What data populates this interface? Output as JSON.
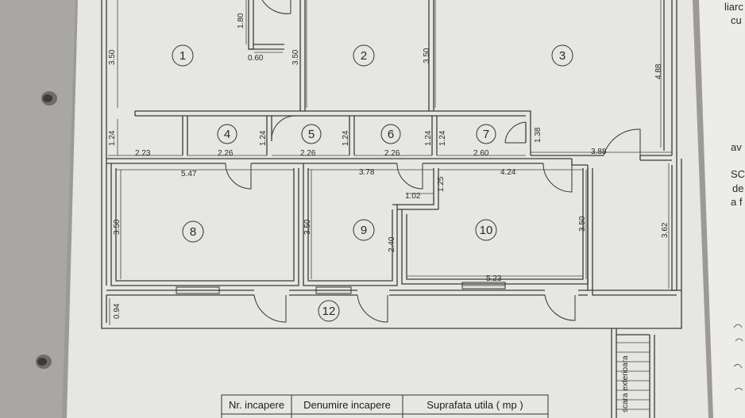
{
  "rooms": {
    "r1": "1",
    "r2": "2",
    "r3": "3",
    "r4": "4",
    "r5": "5",
    "r6": "6",
    "r7": "7",
    "r8": "8",
    "r9": "9",
    "r10": "10",
    "r12": "12"
  },
  "dimensions": {
    "d_180": "1.80",
    "d_060": "0.60",
    "d_350_a": "3.50",
    "d_350_b": "3.50",
    "d_350_c": "3.50",
    "d_488": "4.88",
    "d_124_a": "1.24",
    "d_124_b": "1.24",
    "d_124_c": "1.24",
    "d_124_d": "1.24",
    "d_124_e": "1.24",
    "d_138": "1.38",
    "d_223": "2.23",
    "d_226_a": "2.26",
    "d_226_b": "2.26",
    "d_226_c": "2.26",
    "d_260": "2.60",
    "d_388": "3.88",
    "d_547": "5.47",
    "d_378": "3.78",
    "d_424": "4.24",
    "d_102": "1.02",
    "d_125": "1.25",
    "d_350_d": "3.50",
    "d_350_e": "3.50",
    "d_240": "2.40",
    "d_350_f": "3.50",
    "d_362": "3.62",
    "d_523": "5.23",
    "d_094": "0.94"
  },
  "stairs_label": "scara exterioara",
  "table": {
    "headers": [
      "Nr. incapere",
      "Denumire incapere",
      "Suprafata utila ( mp )"
    ]
  },
  "right_page_fragments": [
    "liarc",
    "cu",
    "av",
    "SC",
    "de",
    "a f"
  ]
}
